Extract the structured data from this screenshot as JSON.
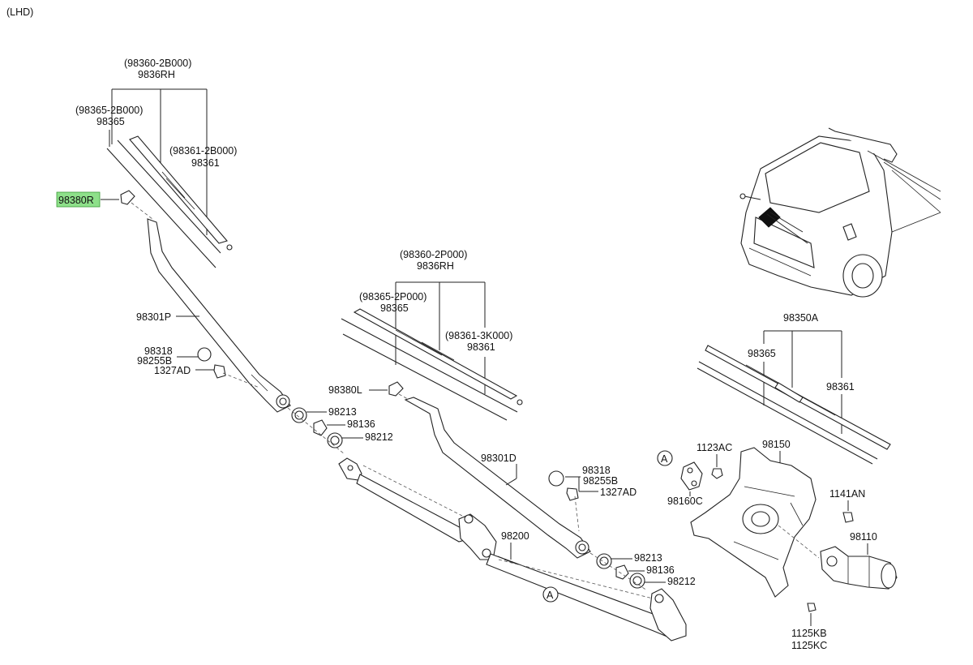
{
  "header": {
    "variant": "(LHD)"
  },
  "callouts": {
    "rh_blade_assy_1": "(98360-2B000)",
    "rh_blade_name_1": "9836RH",
    "rh_refill_1": "(98365-2B000)",
    "rh_refill_name_1": "98365",
    "rh_spring_1": "(98361-2B000)",
    "rh_spring_name_1": "98361",
    "cap_rh": "98380R",
    "arm_p": "98301P",
    "cap_98318_a": "98318",
    "nut_98255b_a": "98255B",
    "nut_1327ad_a": "1327AD",
    "p_98213_a": "98213",
    "p_98136_a": "98136",
    "p_98212_a": "98212",
    "rh_blade_assy_2": "(98360-2P000)",
    "rh_blade_name_2": "9836RH",
    "rh_refill_2": "(98365-2P000)",
    "rh_refill_name_2": "98365",
    "rh_spring_2": "(98361-3K000)",
    "rh_spring_name_2": "98361",
    "cap_lh": "98380L",
    "arm_d": "98301D",
    "cap_98318_b": "98318",
    "nut_98255b_b": "98255B",
    "nut_1327ad_b": "1327AD",
    "linkage": "98200",
    "p_98213_b": "98213",
    "p_98136_b": "98136",
    "p_98212_b": "98212",
    "ref_a_1": "A",
    "ref_a_2": "A",
    "bolt_1123ac": "1123AC",
    "bracket": "98150",
    "bush": "98160C",
    "bolt_1141an": "1141AN",
    "motor": "98110",
    "bolt_1125kb": "1125KB",
    "bolt_1125kc": "1125KC",
    "blade_a": "98350A",
    "refill_a": "98365",
    "spring_a": "98361"
  },
  "highlight": {
    "part": "98380R",
    "color": "#8ee08a"
  }
}
